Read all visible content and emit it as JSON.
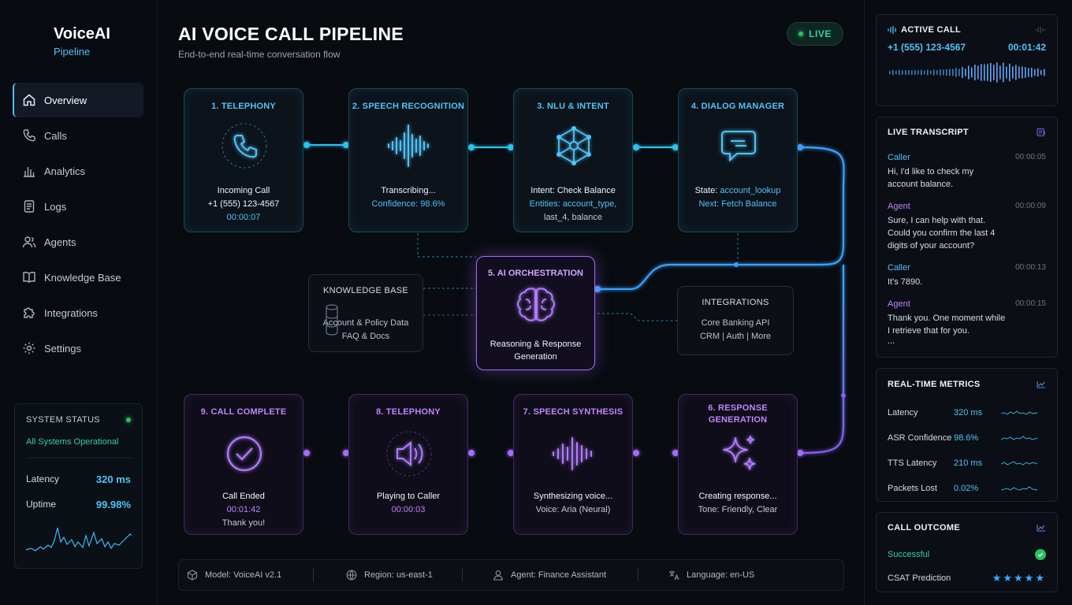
{
  "brand": {
    "name": "VoiceAI",
    "subtitle": "Pipeline"
  },
  "nav": [
    {
      "label": "Overview",
      "icon": "home-icon",
      "active": true
    },
    {
      "label": "Calls",
      "icon": "phone-icon"
    },
    {
      "label": "Analytics",
      "icon": "bar-chart-icon"
    },
    {
      "label": "Logs",
      "icon": "document-icon"
    },
    {
      "label": "Agents",
      "icon": "users-icon"
    },
    {
      "label": "Knowledge Base",
      "icon": "book-icon"
    },
    {
      "label": "Integrations",
      "icon": "puzzle-icon"
    },
    {
      "label": "Settings",
      "icon": "gear-icon"
    }
  ],
  "system_status": {
    "title": "SYSTEM STATUS",
    "status": "All Systems Operational",
    "latency_label": "Latency",
    "latency_value": "320 ms",
    "uptime_label": "Uptime",
    "uptime_value": "99.98%"
  },
  "header": {
    "title": "AI VOICE CALL PIPELINE",
    "subtitle": "End-to-end real-time conversation flow",
    "live": "LIVE"
  },
  "stages": {
    "s1": {
      "title": "1. TELEPHONY",
      "line1": "Incoming Call",
      "line2": "+1 (555) 123-4567",
      "line3": "00:00:07"
    },
    "s2": {
      "title": "2. SPEECH RECOGNITION",
      "line1": "Transcribing...",
      "line2": "Confidence: 98.6%"
    },
    "s3": {
      "title": "3. NLU & INTENT",
      "line1": "Intent: Check Balance",
      "line2": "Entities: account_type,",
      "line3": "last_4, balance"
    },
    "s4": {
      "title": "4. DIALOG MANAGER",
      "line1_label": "State: ",
      "line1_value": "account_lookup",
      "line2": "Next: Fetch Balance"
    },
    "s5": {
      "title": "5. AI ORCHESTRATION",
      "line1": "Reasoning & Response",
      "line2": "Generation"
    },
    "s6": {
      "title_1": "6. RESPONSE",
      "title_2": "GENERATION",
      "line1": "Creating response...",
      "line2": "Tone: Friendly, Clear"
    },
    "s7": {
      "title": "7. SPEECH SYNTHESIS",
      "line1": "Synthesizing voice...",
      "line2": "Voice: Aria (Neural)"
    },
    "s8": {
      "title": "8. TELEPHONY",
      "line1": "Playing to Caller",
      "line2": "00:00:03"
    },
    "s9": {
      "title": "9. CALL COMPLETE",
      "line1": "Call Ended",
      "line2": "00:01:42",
      "line3": "Thank you!"
    }
  },
  "knowledge_base": {
    "title": "KNOWLEDGE BASE",
    "line1": "Account & Policy Data",
    "line2": "FAQ & Docs"
  },
  "integrations": {
    "title": "INTEGRATIONS",
    "line1": "Core Banking API",
    "line2": "CRM | Auth | More"
  },
  "bottom_bar": {
    "model": "Model: VoiceAI v2.1",
    "region": "Region: us-east-1",
    "agent": "Agent: Finance Assistant",
    "language": "Language: en-US"
  },
  "active_call": {
    "title": "ACTIVE CALL",
    "number": "+1 (555) 123-4567",
    "duration": "00:01:42"
  },
  "transcript": {
    "title": "LIVE TRANSCRIPT",
    "items": [
      {
        "speaker": "Caller",
        "time": "00:00:05",
        "text": "Hi, I'd like to check my account balance."
      },
      {
        "speaker": "Agent",
        "time": "00:00:09",
        "text": "Sure, I can help with that. Could you confirm the last 4 digits of your account?"
      },
      {
        "speaker": "Caller",
        "time": "00:00:13",
        "text": "It's 7890."
      },
      {
        "speaker": "Agent",
        "time": "00:00:15",
        "text": "Thank you. One moment while I retrieve that for you."
      }
    ],
    "ellipsis": "..."
  },
  "metrics": {
    "title": "REAL-TIME METRICS",
    "rows": [
      {
        "label": "Latency",
        "value": "320 ms"
      },
      {
        "label": "ASR Confidence",
        "value": "98.6%"
      },
      {
        "label": "TTS Latency",
        "value": "210 ms"
      },
      {
        "label": "Packets Lost",
        "value": "0.02%"
      }
    ]
  },
  "outcome": {
    "title": "CALL OUTCOME",
    "status": "Successful",
    "csat_label": "CSAT Prediction",
    "csat_stars": 5
  },
  "colors": {
    "cyan": "#4fc3f7",
    "purple": "#a66bff",
    "green": "#22c55e",
    "background": "#07090e"
  }
}
